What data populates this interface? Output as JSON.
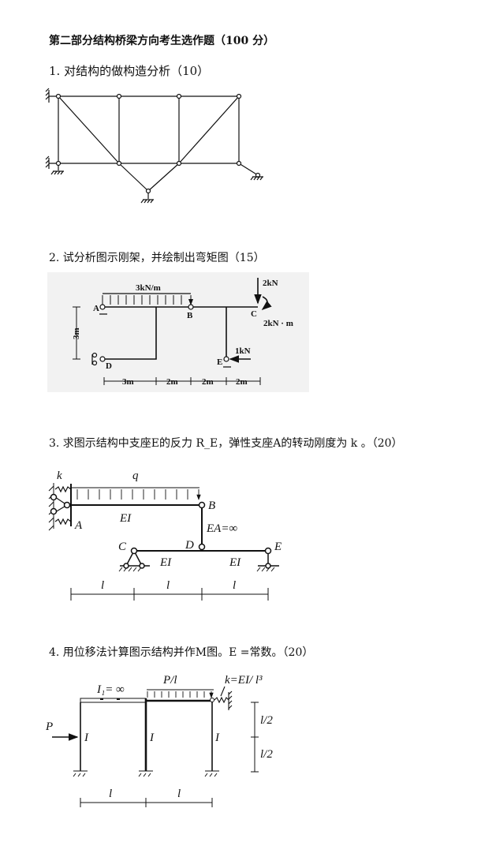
{
  "section_title": "第二部分结构桥梁方向考生选作题（100 分）",
  "questions": [
    {
      "text": "1. 对结构的做构造分析（10）"
    },
    {
      "text": "2.  试分析图示刚架，并绘制出弯矩图（15）",
      "labels": {
        "load": "3kN/m",
        "force_c": "2kN",
        "moment_c": "2kN · m",
        "force_e": "1kN",
        "A": "A",
        "B": "B",
        "C": "C",
        "D": "D",
        "E": "E",
        "height": "3m",
        "dims": [
          "3m",
          "2m",
          "2m",
          "2m"
        ]
      }
    },
    {
      "text": "3. 求图示结构中支座E的反力 R_E，弹性支座A的转动刚度为 k 。（20）",
      "labels": {
        "k": "k",
        "q": "q",
        "A": "A",
        "B": "B",
        "C": "C",
        "D": "D",
        "E": "E",
        "EI1": "EI",
        "EI2": "EI",
        "EI3": "EI",
        "EA": "EA=∞",
        "dims": [
          "l",
          "l",
          "l"
        ]
      }
    },
    {
      "text": "4. 用位移法计算图示结构并作M图。E =常数。（20）",
      "labels": {
        "I1": "I₁= ∞",
        "load": "P/l",
        "spring": "k=EI/ l³",
        "P": "P",
        "I_left": "I",
        "I_mid": "I",
        "I_right": "I",
        "half1": "l/2",
        "half2": "l/2",
        "dims": [
          "l",
          "l"
        ]
      }
    }
  ]
}
